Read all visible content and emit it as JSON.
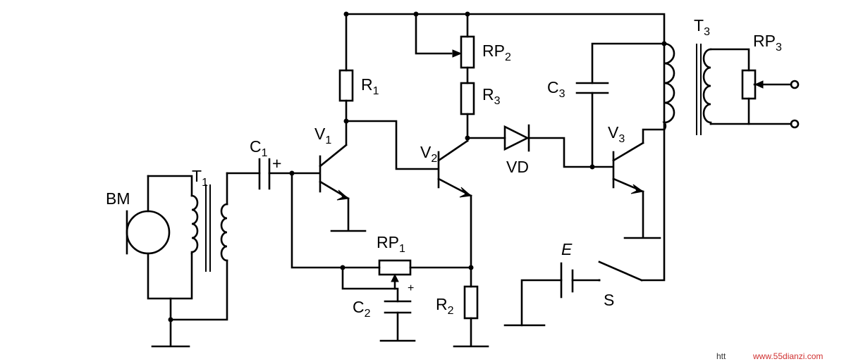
{
  "labels": {
    "bm": "BM",
    "t1": "T",
    "t1_sub": "1",
    "c1": "C",
    "c1_sub": "1",
    "c1_plus": "+",
    "v1": "V",
    "v1_sub": "1",
    "r1": "R",
    "r1_sub": "1",
    "rp1": "RP",
    "rp1_sub": "1",
    "c2": "C",
    "c2_sub": "2",
    "c2_plus": "+",
    "r2": "R",
    "r2_sub": "2",
    "v2": "V",
    "v2_sub": "2",
    "rp2": "RP",
    "rp2_sub": "2",
    "r3": "R",
    "r3_sub": "3",
    "vd": "VD",
    "c3": "C",
    "c3_sub": "3",
    "v3": "V",
    "v3_sub": "3",
    "t3": "T",
    "t3_sub": "3",
    "rp3": "RP",
    "rp3_sub": "3",
    "e": "E",
    "s": "S"
  },
  "watermark": {
    "prefix": "htt",
    "url": "www.55dianzi.com"
  }
}
